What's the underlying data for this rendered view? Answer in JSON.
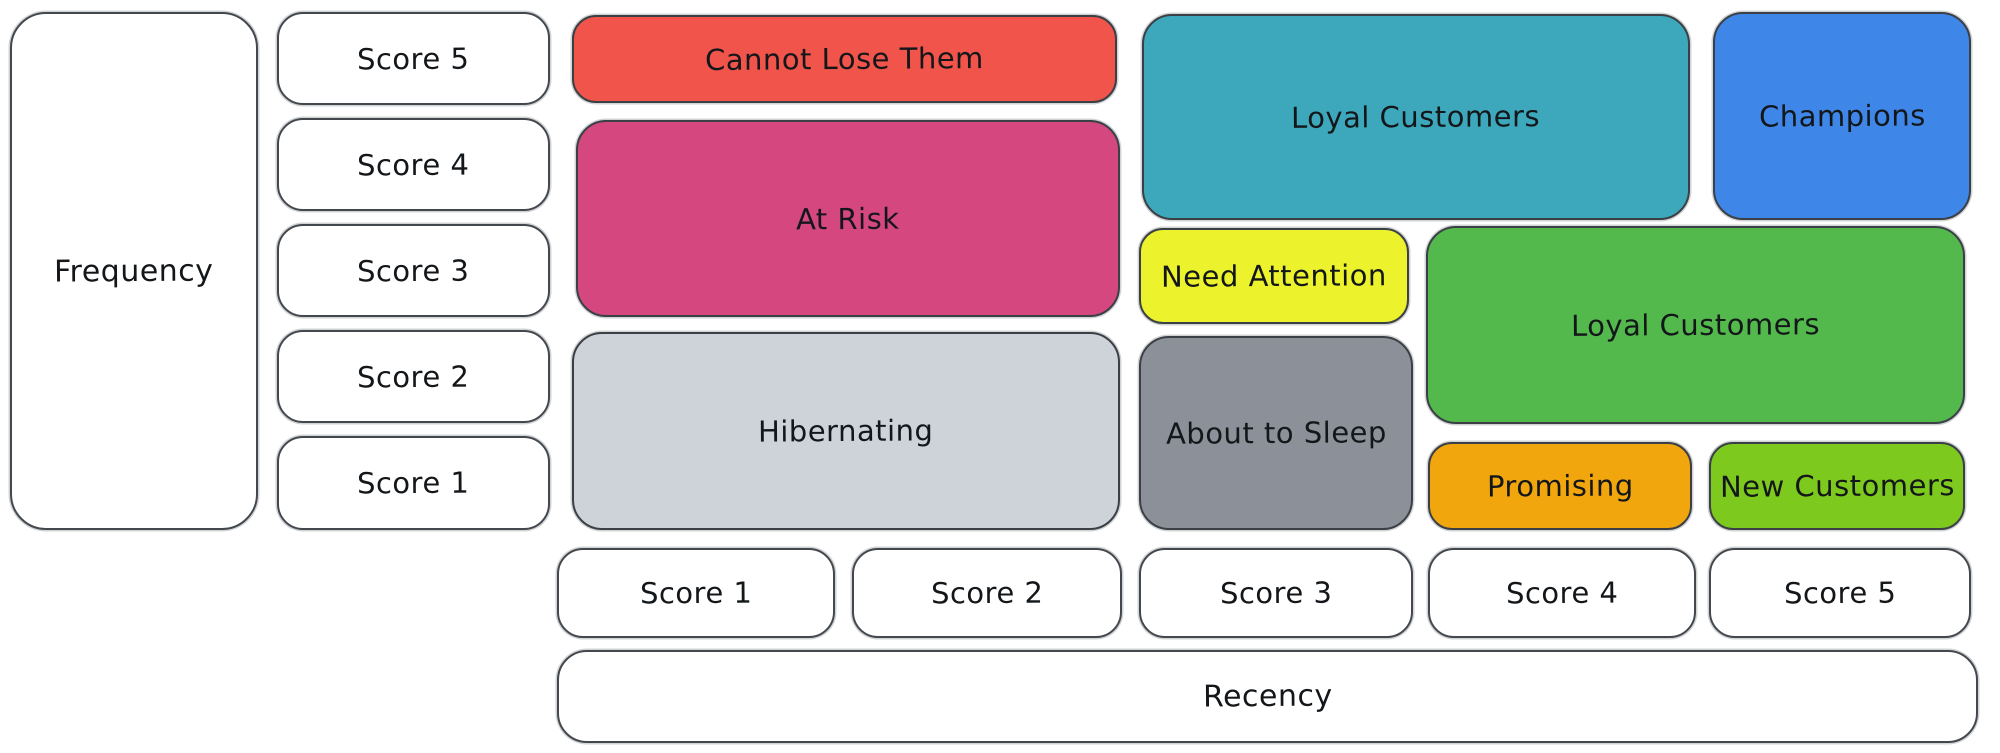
{
  "axes": {
    "frequency": {
      "label": "Frequency",
      "scores": [
        "Score 5",
        "Score 4",
        "Score 3",
        "Score 2",
        "Score 1"
      ]
    },
    "recency": {
      "label": "Recency",
      "scores": [
        "Score 1",
        "Score 2",
        "Score 3",
        "Score 4",
        "Score 5"
      ]
    }
  },
  "segments": [
    {
      "id": "cannot-lose-them",
      "label": "Cannot Lose Them",
      "color": "#f0544b",
      "recency_scores": "1-2",
      "frequency_scores": "5"
    },
    {
      "id": "at-risk",
      "label": "At Risk",
      "color": "#d5477f",
      "recency_scores": "1-2",
      "frequency_scores": "3-4"
    },
    {
      "id": "hibernating",
      "label": "Hibernating",
      "color": "#ced3da",
      "recency_scores": "1-2",
      "frequency_scores": "1-2"
    },
    {
      "id": "loyal-customers-teal",
      "label": "Loyal Customers",
      "color": "#3da8bc",
      "recency_scores": "3-4",
      "frequency_scores": "4-5"
    },
    {
      "id": "champions",
      "label": "Champions",
      "color": "#3e86e8",
      "recency_scores": "5",
      "frequency_scores": "4-5"
    },
    {
      "id": "need-attention",
      "label": "Need Attention",
      "color": "#ecf22c",
      "recency_scores": "3",
      "frequency_scores": "3"
    },
    {
      "id": "loyal-customers-green",
      "label": "Loyal Customers",
      "color": "#53b94d",
      "recency_scores": "4-5",
      "frequency_scores": "2-3"
    },
    {
      "id": "about-to-sleep",
      "label": "About to Sleep",
      "color": "#8b9099",
      "recency_scores": "3",
      "frequency_scores": "1-2"
    },
    {
      "id": "promising",
      "label": "Promising",
      "color": "#f2a60d",
      "recency_scores": "4",
      "frequency_scores": "1"
    },
    {
      "id": "new-customers",
      "label": "New Customers",
      "color": "#7dc91e",
      "recency_scores": "5",
      "frequency_scores": "1"
    }
  ],
  "text_color": "#14171a"
}
